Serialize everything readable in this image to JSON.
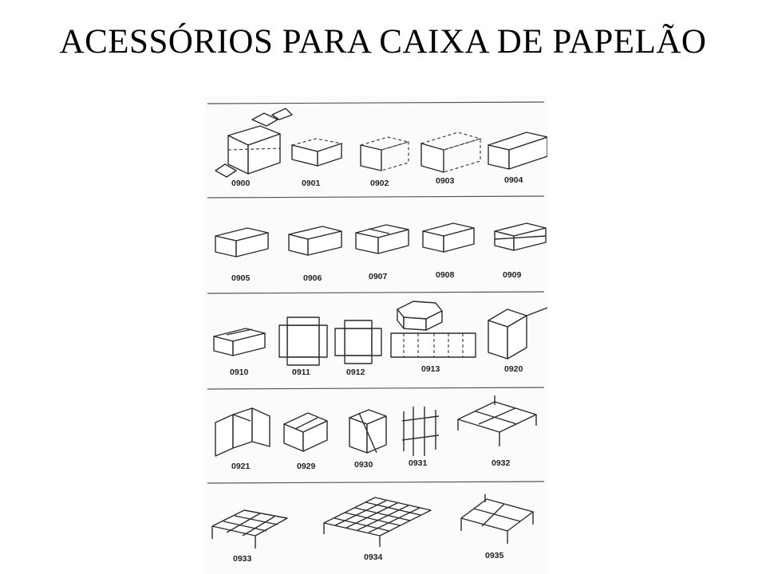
{
  "slide": {
    "title": "ACESSÓRIOS PARA CAIXA DE PAPELÃO"
  },
  "catalog": {
    "row1": [
      "0900",
      "0901",
      "0902",
      "0903",
      "0904"
    ],
    "row2": [
      "0905",
      "0906",
      "0907",
      "0908",
      "0909"
    ],
    "row3": [
      "0910",
      "0911",
      "0912",
      "0913",
      "0920"
    ],
    "row4": [
      "0921",
      "0929",
      "0930",
      "0931",
      "0932"
    ],
    "row5": [
      "0933",
      "0934",
      "0935"
    ]
  }
}
